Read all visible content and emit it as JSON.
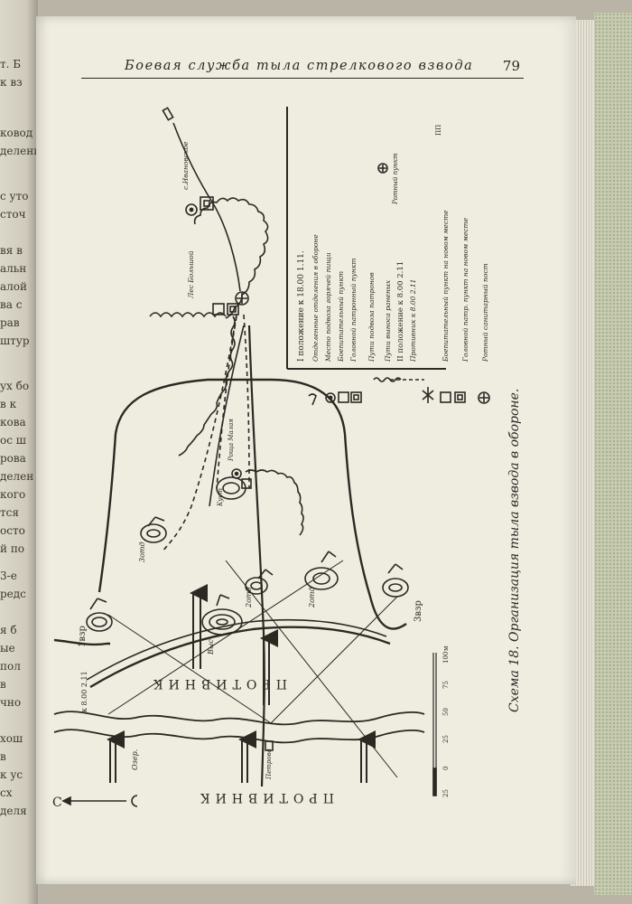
{
  "header": {
    "running_title": "Боевая служба тыла стрелкового взвода",
    "page_number": "79"
  },
  "left_page_fragments": [
    "т. Б",
    "к вз",
    "ковод",
    "делени",
    "с уто",
    "сточ",
    "вя в",
    "альн",
    "алой",
    "ва с",
    "рав",
    "штур",
    "ух бо",
    "в к",
    "кова",
    "ос ш",
    "рова",
    "делен",
    "кого",
    "тся",
    "осто",
    "й по",
    "3-е",
    "редс",
    "я б",
    "ые",
    "пол",
    "в",
    "чно",
    "хош",
    "в",
    "к ус",
    "сх",
    "деля"
  ],
  "caption": "Схема 18. Организация тыла взвода в обороне.",
  "legend": {
    "heading": "I положение к 18.00 1.11.",
    "items": [
      "Отделенные отделения в обороне",
      "Место подвоза горячей пищи",
      "Боепитательный пункт",
      "Головной патронный пункт",
      "Пути подвоза патронов",
      "Пути выноса раненых",
      "II положение к 8.00 2.11",
      "Противник к 8.00 2.11",
      "Боепитательный пункт на новом месте",
      "Головной патр. пункт на новом месте",
      "Ротный санитарный пост"
    ],
    "side_label": "Ротный пункт",
    "corner_label": "ПП"
  },
  "map_labels": {
    "village": "с.Ивановское",
    "forest": "Лес Большой",
    "enemy_top": "ПРОТИВНИК",
    "enemy_bottom": "ПРОТИВНИК",
    "squad1": "1взр",
    "squad2": "2отд",
    "squad3": "3взр",
    "squad3b": "3отд",
    "height_elev": "Выс",
    "time_left": "к 8.00 2.11",
    "river": "Озер.",
    "bridge": "Петрова",
    "grove": "Роща Малая",
    "bush": "Куст",
    "north": "С"
  },
  "scale": {
    "labels": [
      "25",
      "0",
      "25",
      "50",
      "75",
      "100"
    ],
    "unit": "м"
  },
  "colors": {
    "ink": "#2b2922",
    "paper": "#efece0"
  }
}
